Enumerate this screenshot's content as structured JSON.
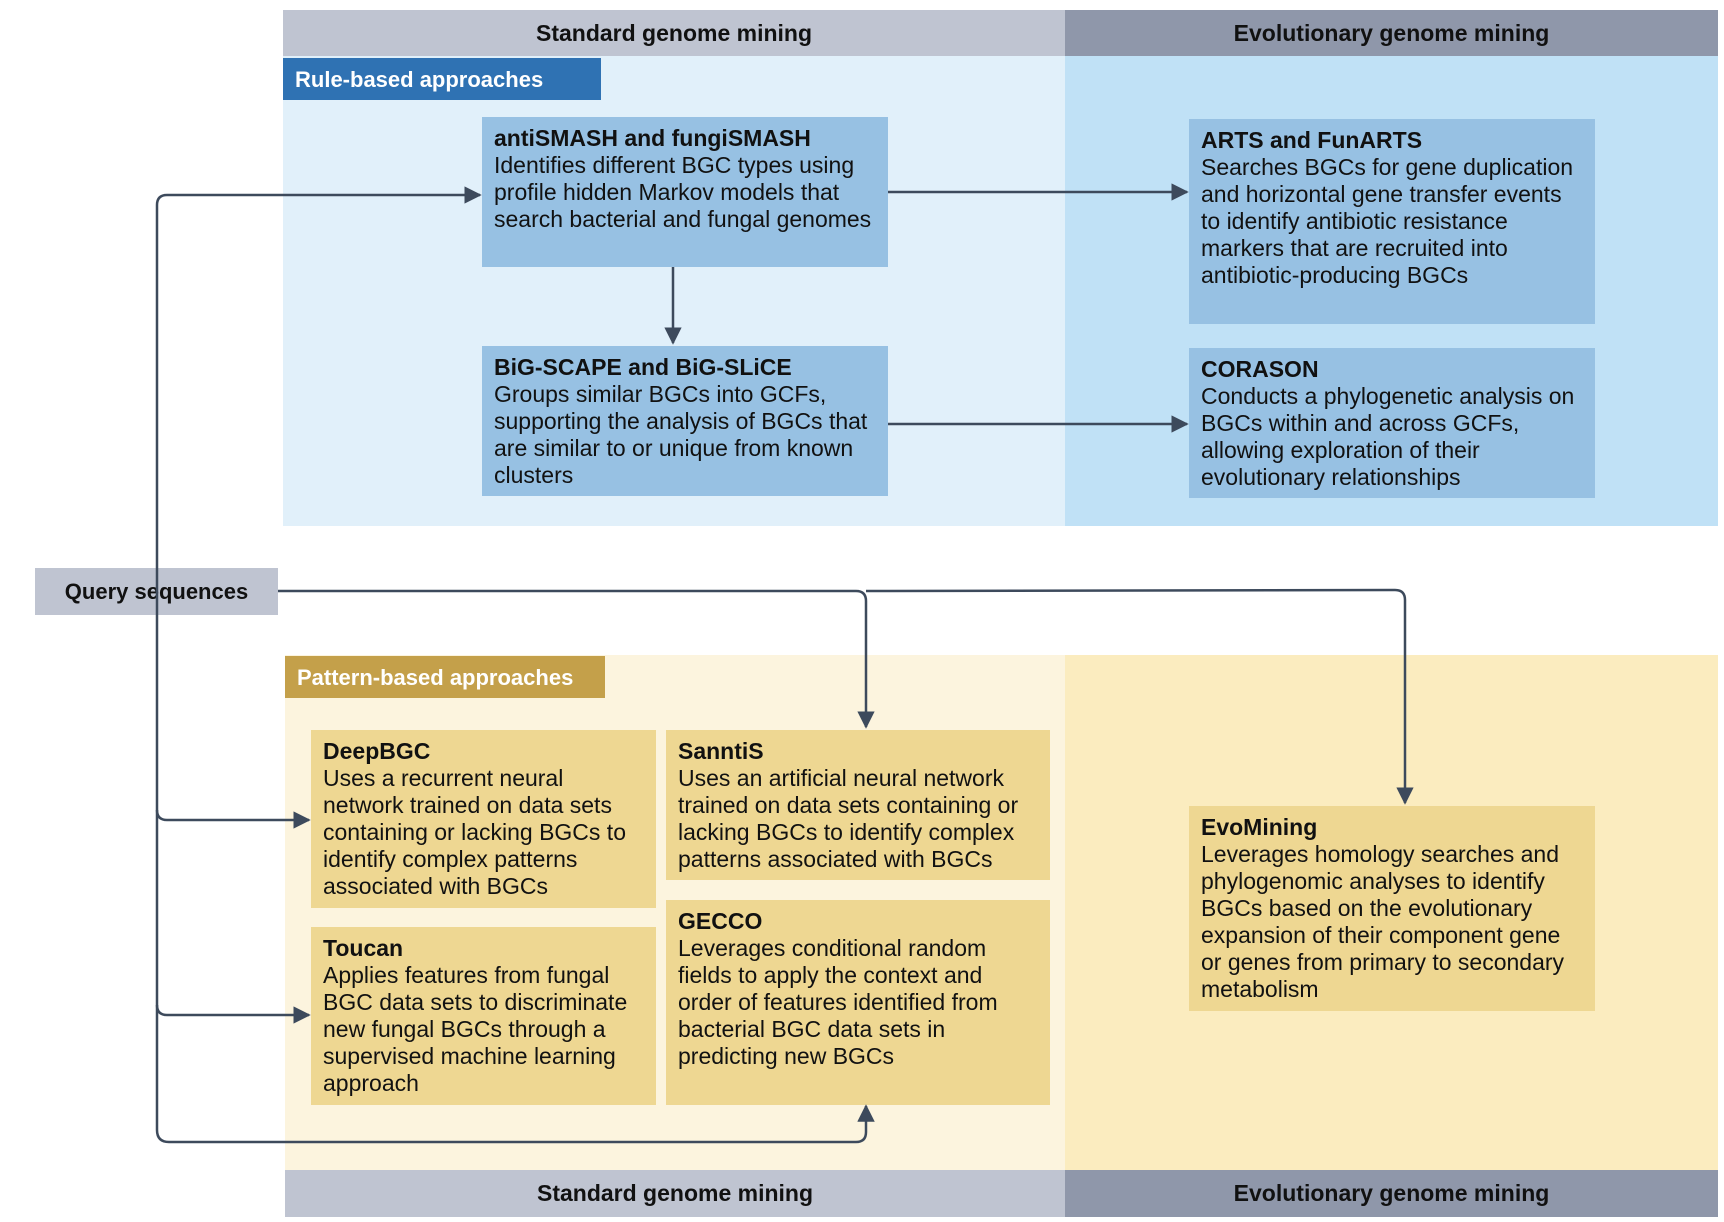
{
  "bands": {
    "top_standard": "Standard genome mining",
    "top_evolutionary": "Evolutionary genome mining",
    "bottom_standard": "Standard genome mining",
    "bottom_evolutionary": "Evolutionary genome mining"
  },
  "sections": {
    "rule_based": "Rule-based approaches",
    "pattern_based": "Pattern-based approaches"
  },
  "query": "Query sequences",
  "tools": {
    "antismash": {
      "title": "antiSMASH and fungiSMASH",
      "desc": "Identifies different BGC types using profile hidden Markov models that search bacterial and fungal genomes"
    },
    "bigscape": {
      "title": "BiG-SCAPE and BiG-SLiCE",
      "desc": "Groups similar BGCs into GCFs, supporting the analysis of BGCs that are similar to or unique from known clusters"
    },
    "arts": {
      "title": "ARTS and FunARTS",
      "desc": "Searches BGCs for gene duplication and horizontal gene transfer events to identify antibiotic resistance markers that are recruited into antibiotic-producing BGCs"
    },
    "corason": {
      "title": "CORASON",
      "desc": "Conducts a phylogenetic analysis on BGCs within and across GCFs, allowing exploration of their evolutionary relationships"
    },
    "deepbgc": {
      "title": "DeepBGC",
      "desc": "Uses a recurrent neural network trained on data sets containing or lacking BGCs to identify complex patterns associated with BGCs"
    },
    "sanntis": {
      "title": "SanntiS",
      "desc": "Uses an artificial neural network trained on data sets containing or lacking BGCs to identify complex patterns associated with BGCs"
    },
    "toucan": {
      "title": "Toucan",
      "desc": "Applies features from fungal BGC data sets to discriminate new fungal BGCs through a supervised machine learning approach"
    },
    "gecco": {
      "title": "GECCO",
      "desc": "Leverages conditional random fields to apply the context and order of features identified from bacterial BGC data sets in predicting new BGCs"
    },
    "evomining": {
      "title": "EvoMining",
      "desc": "Leverages homology searches and phylogenomic analyses to identify BGCs based on the evolutionary expansion of their component gene or genes from primary to secondary metabolism"
    }
  },
  "colors": {
    "rule_std_bg": "#e1f0fa",
    "rule_evo_bg": "#c0e1f6",
    "pattern_std_bg": "#fcf4de",
    "pattern_evo_bg": "#fbecbf",
    "rule_tag": "#2f72b3",
    "pattern_tag": "#c4a04a",
    "arrow": "#3d4a5c"
  }
}
